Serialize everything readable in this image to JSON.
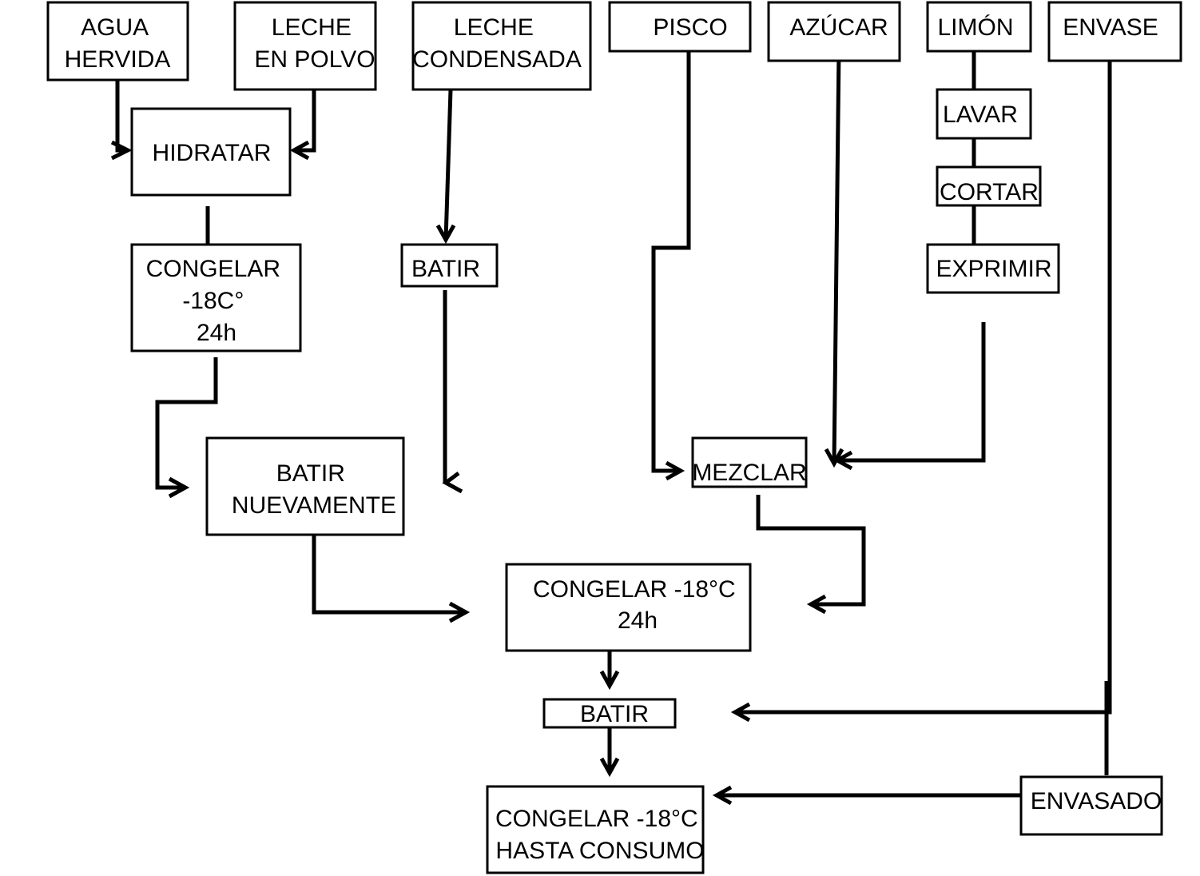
{
  "nodes": {
    "agua_hervida": {
      "lines": [
        "AGUA",
        "HERVIDA"
      ]
    },
    "leche_polvo": {
      "lines": [
        "LECHE",
        "EN POLVO"
      ]
    },
    "leche_condensada": {
      "lines": [
        "LECHE",
        "CONDENSADA"
      ]
    },
    "pisco": {
      "lines": [
        "PISCO"
      ]
    },
    "azucar": {
      "lines": [
        "AZÚCAR"
      ]
    },
    "limon": {
      "lines": [
        "LIMÓN"
      ]
    },
    "envase": {
      "lines": [
        "ENVASE"
      ]
    },
    "hidratar": {
      "lines": [
        "HIDRATAR"
      ]
    },
    "lavar": {
      "lines": [
        "LAVAR"
      ]
    },
    "cortar": {
      "lines": [
        "CORTAR"
      ]
    },
    "congelar_1": {
      "lines": [
        "CONGELAR",
        "-18C°",
        "24h"
      ]
    },
    "batir_1": {
      "lines": [
        "BATIR"
      ]
    },
    "exprimir": {
      "lines": [
        "EXPRIMIR"
      ]
    },
    "batir_nuevamente": {
      "lines": [
        "BATIR",
        "NUEVAMENTE"
      ]
    },
    "mezclar": {
      "lines": [
        "MEZCLAR"
      ]
    },
    "congelar_2": {
      "lines": [
        "CONGELAR -18°C",
        "24h"
      ]
    },
    "batir_2": {
      "lines": [
        "BATIR"
      ]
    },
    "envasado": {
      "lines": [
        "ENVASADO"
      ]
    },
    "congelar_3": {
      "lines": [
        "CONGELAR -18°C",
        "HASTA CONSUMO"
      ]
    }
  },
  "connections": [
    {
      "from": "agua_hervida",
      "to": "hidratar"
    },
    {
      "from": "leche_polvo",
      "to": "hidratar"
    },
    {
      "from": "hidratar",
      "to": "congelar_1"
    },
    {
      "from": "congelar_1",
      "to": "batir_nuevamente"
    },
    {
      "from": "leche_condensada",
      "to": "batir_1"
    },
    {
      "from": "batir_1",
      "to": "batir_nuevamente"
    },
    {
      "from": "pisco",
      "to": "mezclar"
    },
    {
      "from": "azucar",
      "to": "mezclar"
    },
    {
      "from": "limon",
      "to": "lavar"
    },
    {
      "from": "lavar",
      "to": "cortar"
    },
    {
      "from": "cortar",
      "to": "exprimir"
    },
    {
      "from": "exprimir",
      "to": "mezclar"
    },
    {
      "from": "batir_nuevamente",
      "to": "congelar_2"
    },
    {
      "from": "mezclar",
      "to": "congelar_2"
    },
    {
      "from": "congelar_2",
      "to": "batir_2"
    },
    {
      "from": "envase",
      "to": "batir_2"
    },
    {
      "from": "envase",
      "to": "envasado"
    },
    {
      "from": "batir_2",
      "to": "congelar_3"
    },
    {
      "from": "envasado",
      "to": "congelar_3"
    }
  ]
}
